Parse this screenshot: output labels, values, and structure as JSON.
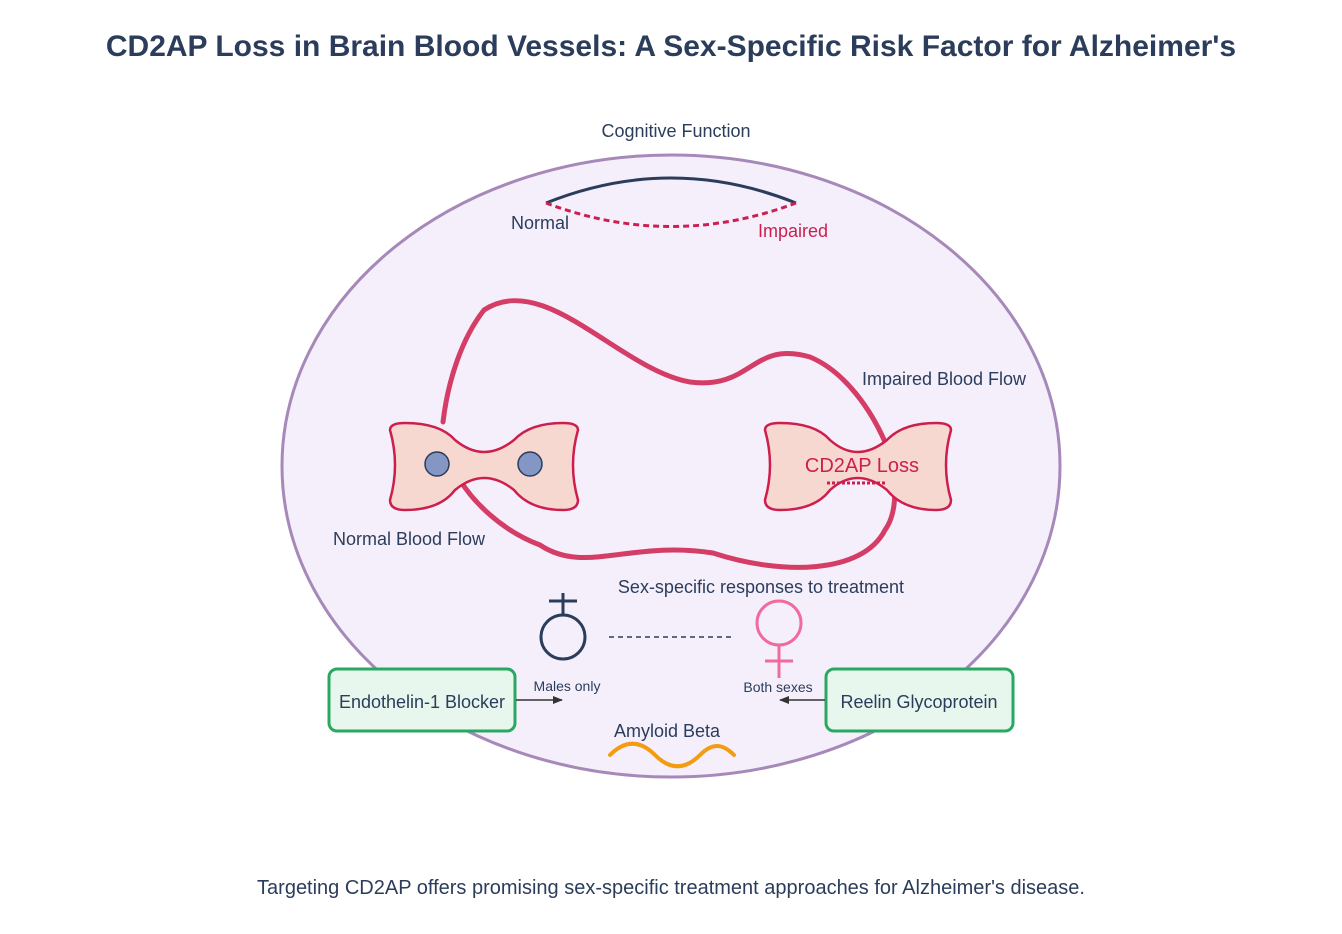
{
  "title": "CD2AP Loss in Brain Blood Vessels: A Sex-Specific Risk Factor for Alzheimer's",
  "cognitive": {
    "heading": "Cognitive Function",
    "normal_label": "Normal",
    "impaired_label": "Impaired"
  },
  "vessels": {
    "normal_flow_label": "Normal Blood Flow",
    "impaired_flow_label": "Impaired Blood Flow",
    "cd2ap_loss_label": "CD2AP Loss"
  },
  "sex_specific": {
    "heading": "Sex-specific responses to treatment",
    "male_icon": "male-symbol-icon",
    "female_icon": "female-symbol-icon"
  },
  "treatments": {
    "left_box": "Endothelin-1 Blocker",
    "left_note": "Males only",
    "right_box": "Reelin Glycoprotein",
    "right_note": "Both sexes"
  },
  "amyloid_label": "Amyloid Beta",
  "footer": "Targeting CD2AP offers promising sex-specific treatment approaches for Alzheimer's disease.",
  "colors": {
    "navy": "#2b3d5b",
    "crimson": "#cc1f4e",
    "brain_fill": "#f5effc",
    "brain_stroke": "#a689b9",
    "cell_fill": "#f7d8d0",
    "node_fill": "#8497c4",
    "pink": "#f06a9d",
    "green": "#2aa862",
    "green_fill": "#e7f7ee",
    "amyloid": "#f39c12"
  }
}
